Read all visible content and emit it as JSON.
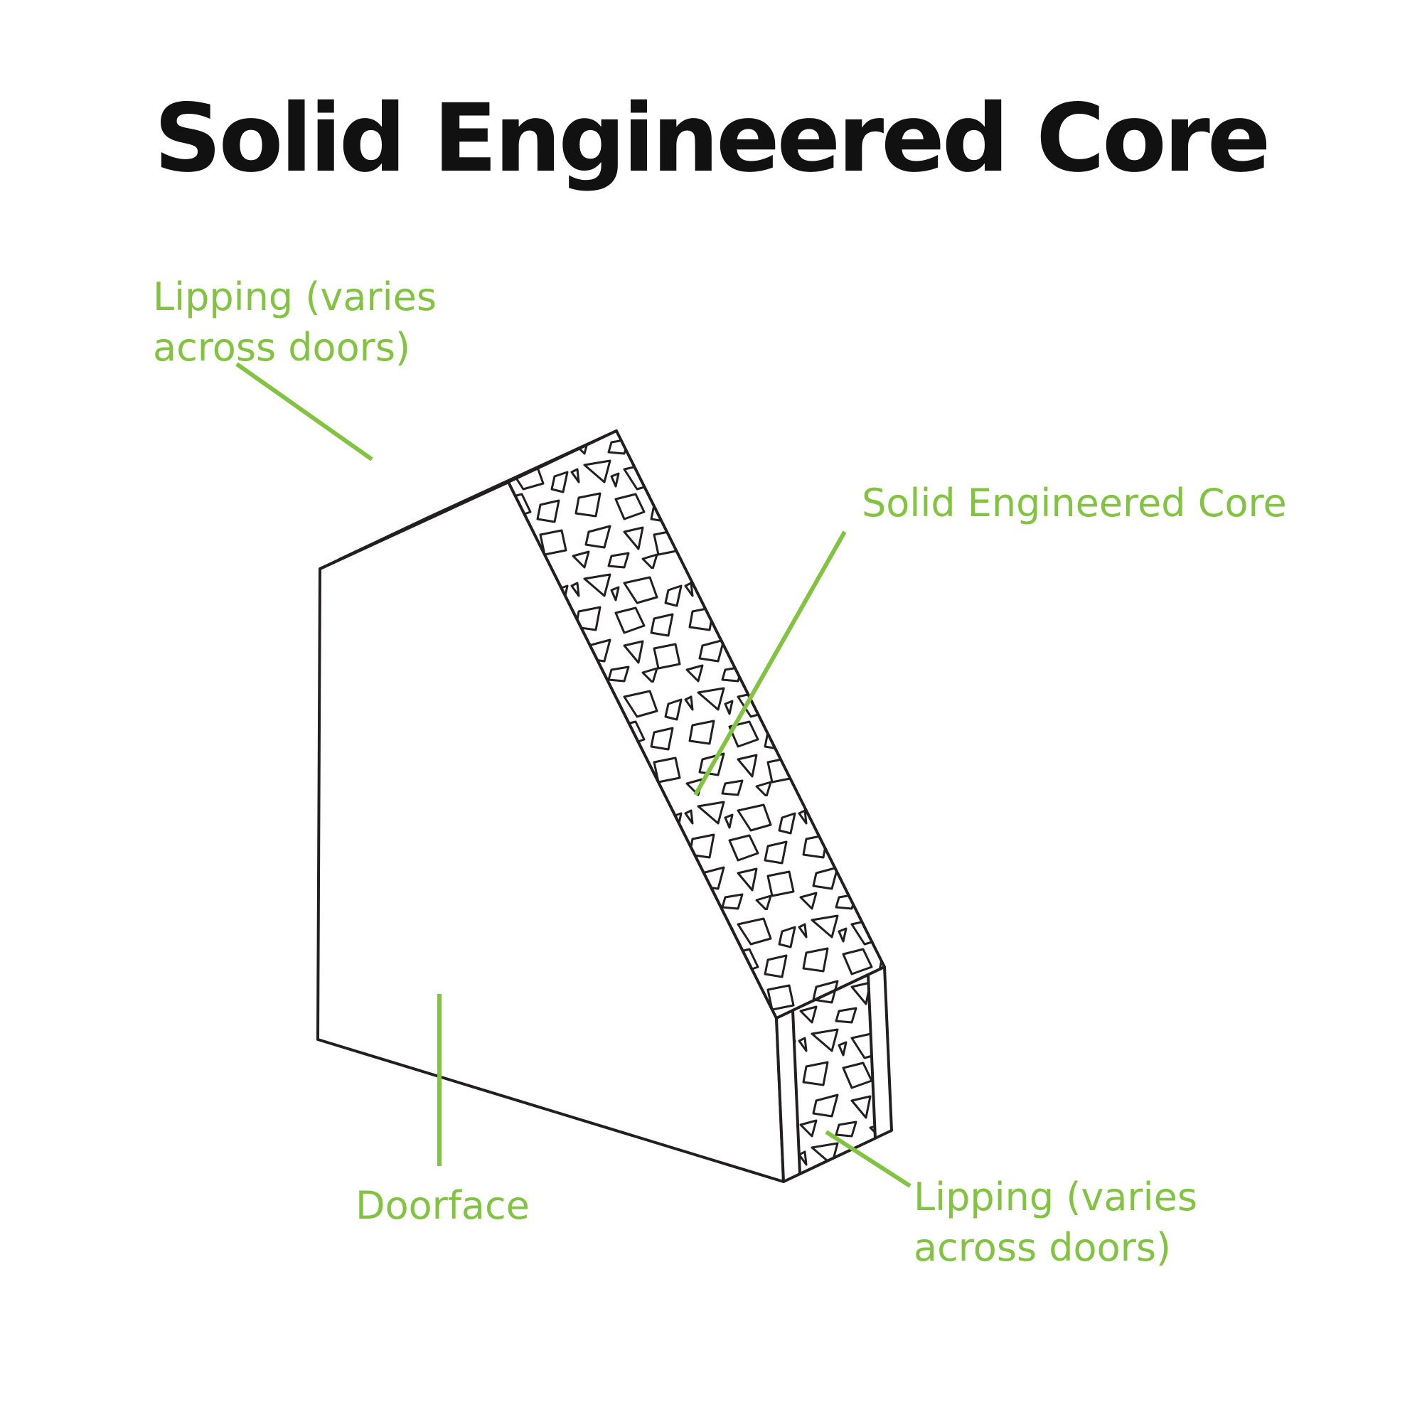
{
  "title": "Solid Engineered Core",
  "colors": {
    "accent": "#82c341",
    "ink": "#231f20",
    "background": "#ffffff"
  },
  "labels": {
    "lipping_top": {
      "line1": "Lipping (varies",
      "line2": "across doors)"
    },
    "core": "Solid Engineered Core",
    "doorface": "Doorface",
    "lipping_bottom": {
      "line1": "Lipping (varies",
      "line2": "across doors)"
    }
  }
}
